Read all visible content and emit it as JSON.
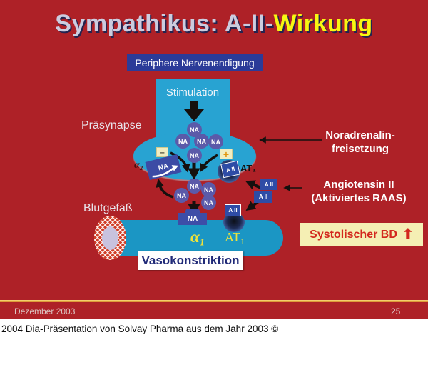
{
  "slide": {
    "title": {
      "part1": "Sympathikus: A-II-",
      "part2": "Wirkung"
    },
    "header_box": "Periphere Nervenendigung",
    "diagram": {
      "stimulation": "Stimulation",
      "praesynapse": "Präsynapse",
      "blutgefaess": "Blutgefäß",
      "na": "NA",
      "alpha2": "α₂",
      "at1_presyn": "AT₁",
      "aii": "A II",
      "minus": "–",
      "plus": "+",
      "alpha1": "α₁",
      "at1_vessel": "AT₁",
      "vasokonstriktion": "Vasokonstriktion"
    },
    "labels": {
      "noradrenalin_line1": "Noradrenalin-",
      "noradrenalin_line2": "freisetzung",
      "angiotensin_line1": "Angiotensin II",
      "angiotensin_line2": "(Aktiviertes RAAS)"
    },
    "callout": {
      "systolic": "Systolischer BD",
      "up_arrow": "⬆"
    },
    "footer": {
      "date": "Dezember 2003",
      "page_number": "25"
    }
  },
  "page": {
    "caption": "2004 Dia-Präsentation von Solvay Pharma aus dem Jahr 2003 ©"
  },
  "colors": {
    "slide_background": "#AE2127",
    "title_gray": "#CCCCDF",
    "title_yellow": "#F7F712",
    "header_box_blue": "#2B3B98",
    "neuron_cyan": "#28A3D2",
    "vessel_cyan": "#1B96C4",
    "na_purple": "#5B5AA9",
    "receptor_blue": "#3D4DA8",
    "aii_blue": "#2E4CA6",
    "systolic_box": "#F5EFB4",
    "systolic_text": "#D3281E",
    "vaso_text": "#202A78",
    "footer_line_gold": "#D98F2E",
    "mesh_red": "#D1402A"
  }
}
